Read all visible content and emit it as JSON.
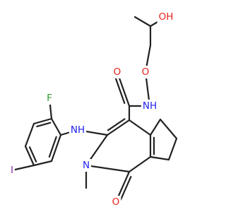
{
  "colors": {
    "background": "#ffffff",
    "bond": "#222222",
    "carbon_text": "#222222",
    "oxygen": "#e8231c",
    "nitrogen": "#2222ee",
    "fluorine": "#2e9c2e",
    "iodine": "#8b2fa8"
  },
  "atoms": {
    "oh": "OH",
    "o_ether": "O",
    "nh_amide": "NH",
    "o_carbonyl_amide": "O",
    "f": "F",
    "nh_amine": "NH",
    "n_ring": "N",
    "i": "I",
    "o_ring_carbonyl": "O"
  }
}
